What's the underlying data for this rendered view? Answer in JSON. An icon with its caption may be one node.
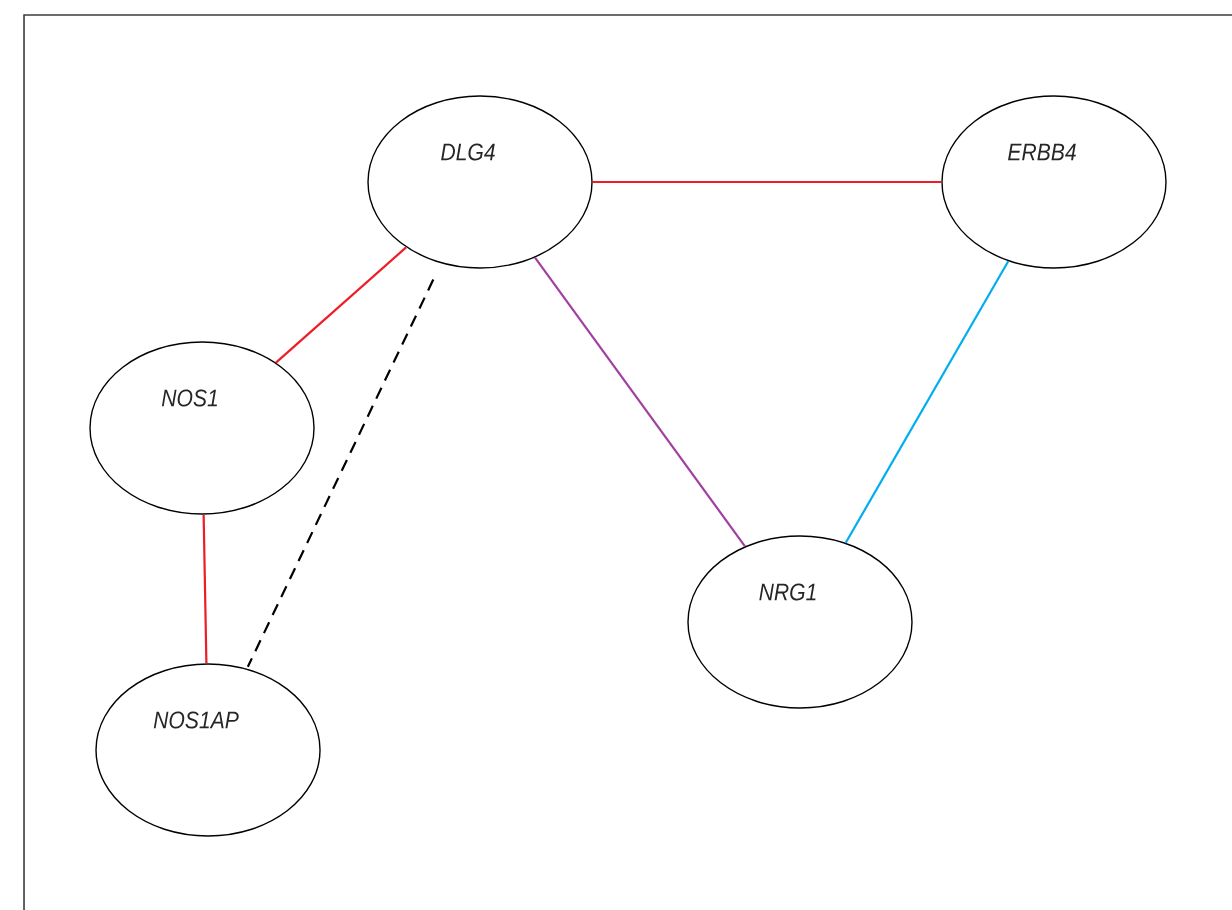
{
  "diagram": {
    "nodes": [
      {
        "text": [
          "DLG4"
        ]
      },
      {
        "text": [
          "ERBB4"
        ]
      },
      {
        "text": [
          "NOS1"
        ]
      },
      {
        "text": [
          "NRG1"
        ]
      },
      {
        "text": [
          "NOS1AP"
        ]
      }
    ],
    "edges": [
      {
        "from": 0,
        "to": 1,
        "arrow": "none"
      },
      {
        "from": 0,
        "to": 2,
        "arrow": "none"
      },
      {
        "from": 0,
        "to": 3,
        "arrow": "none",
        "color": "#a040a0"
      },
      {
        "from": 1,
        "to": 3,
        "arrow": "none",
        "color": "#00aeef"
      },
      {
        "from": 2,
        "to": 4,
        "arrow": "none"
      },
      {
        "from": 0,
        "to": 4,
        "arrow": "none",
        "style": "dashed",
        "color": "#000000"
      }
    ]
  }
}
